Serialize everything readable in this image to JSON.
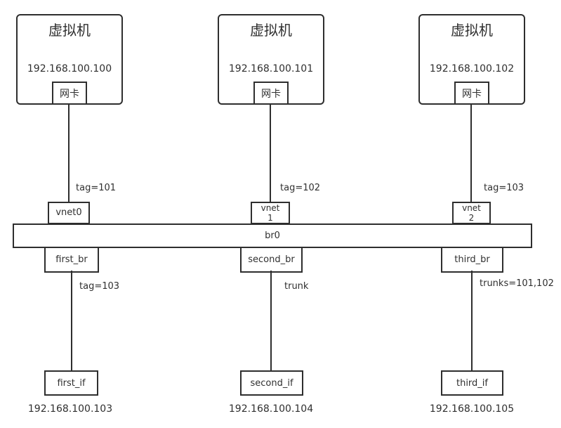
{
  "bridge": {
    "label": "br0"
  },
  "columns": [
    {
      "vm": {
        "title": "虚拟机",
        "ip": "192.168.100.100",
        "nic": "网卡"
      },
      "link_tag": "tag=101",
      "vnet": {
        "line1": "vnet0",
        "line2": ""
      },
      "sub_bridge": "first_br",
      "sub_tag": "tag=103",
      "iface": "first_if",
      "iface_ip": "192.168.100.103"
    },
    {
      "vm": {
        "title": "虚拟机",
        "ip": "192.168.100.101",
        "nic": "网卡"
      },
      "link_tag": "tag=102",
      "vnet": {
        "line1": "vnet",
        "line2": "1"
      },
      "sub_bridge": "second_br",
      "sub_tag": "trunk",
      "iface": "second_if",
      "iface_ip": "192.168.100.104"
    },
    {
      "vm": {
        "title": "虚拟机",
        "ip": "192.168.100.102",
        "nic": "网卡"
      },
      "link_tag": "tag=103",
      "vnet": {
        "line1": "vnet",
        "line2": "2"
      },
      "sub_bridge": "third_br",
      "sub_tag": "trunks=101,102",
      "iface": "third_if",
      "iface_ip": "192.168.100.105"
    }
  ]
}
